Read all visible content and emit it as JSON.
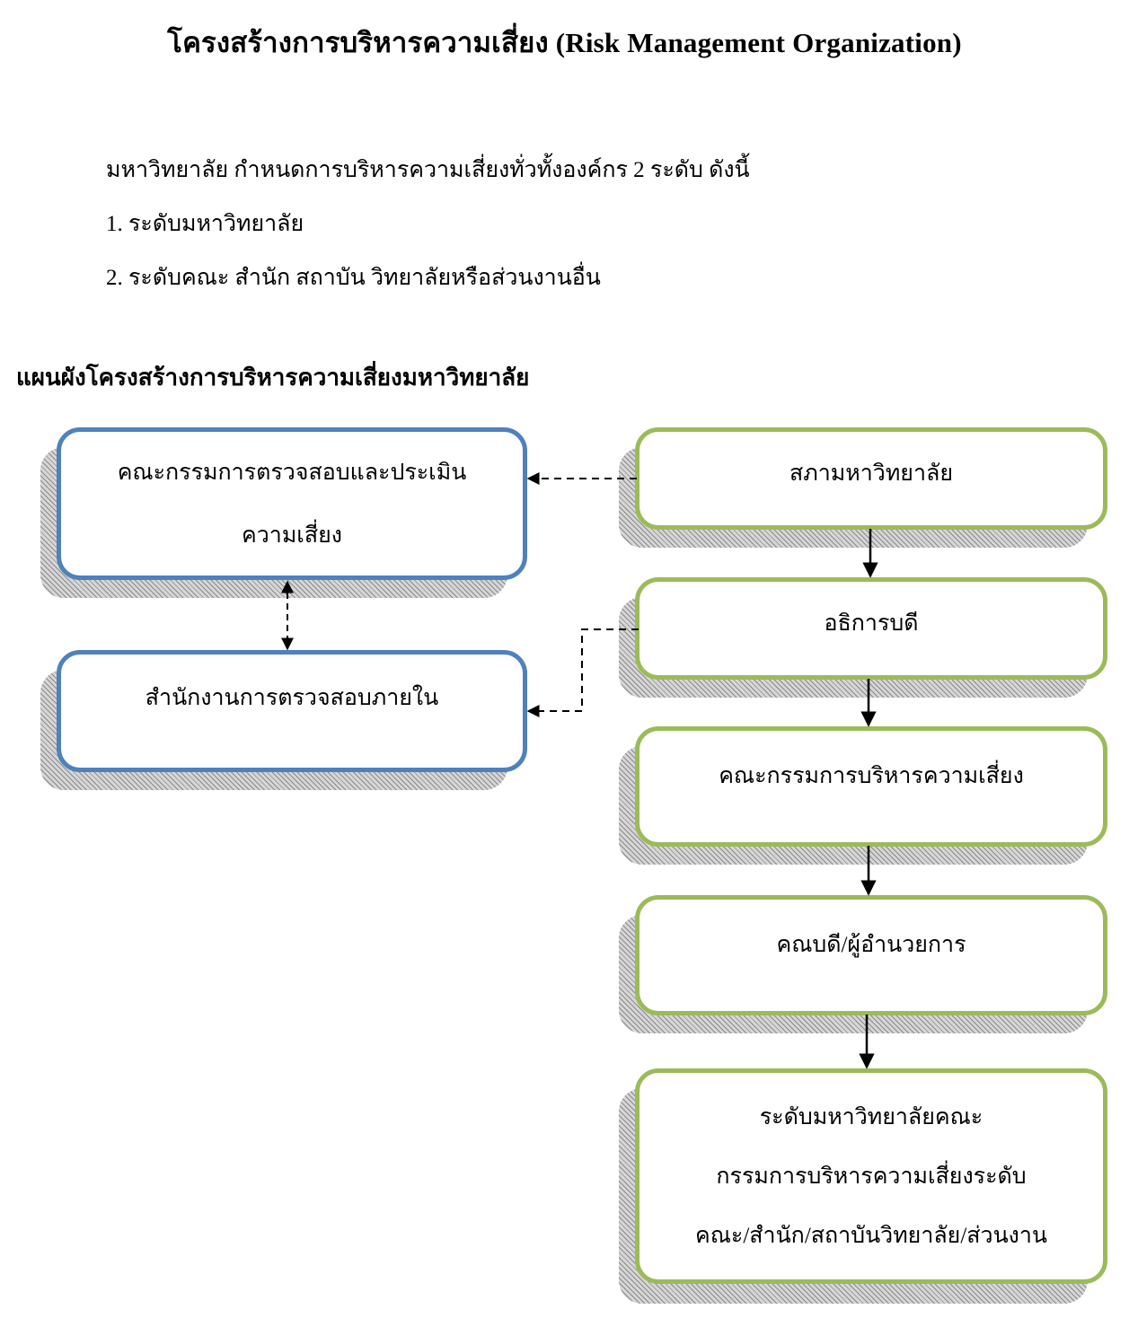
{
  "title": "โครงสร้างการบริหารความเสี่ยง (Risk Management Organization)",
  "intro": {
    "lead": "มหาวิทยาลัย กำหนดการบริหารความเสี่ยงทั่วทั้งองค์กร 2 ระดับ ดังนี้",
    "items": [
      "1. ระดับมหาวิทยาลัย",
      "2. ระดับคณะ สำนัก สถาบัน วิทยาลัยหรือส่วนงานอื่น"
    ]
  },
  "section_heading": "แผนผังโครงสร้างการบริหารความเสี่ยงมหาวิทยาลัย",
  "diagram": {
    "left_boxes": [
      {
        "lines": [
          "คณะกรรมการตรวจสอบและประเมิน",
          "ความเสี่ยง"
        ]
      },
      {
        "lines": [
          "สำนักงานการตรวจสอบภายใน"
        ]
      }
    ],
    "right_boxes": [
      {
        "lines": [
          "สภามหาวิทยาลัย"
        ]
      },
      {
        "lines": [
          "อธิการบดี"
        ]
      },
      {
        "lines": [
          "คณะกรรมการบริหารความเสี่ยง"
        ]
      },
      {
        "lines": [
          "คณบดี/ผู้อำนวยการ"
        ]
      },
      {
        "lines": [
          "ระดับมหาวิทยาลัยคณะ",
          "กรรมการบริหารความเสี่ยงระดับ",
          "คณะ/สำนัก/สถาบันวิทยาลัย/ส่วนงาน"
        ]
      }
    ],
    "colors": {
      "left_border": "#4f81bd",
      "right_border": "#9bbb59",
      "shadow": "#8a8a8a"
    },
    "connectors": [
      {
        "from": "สภามหาวิทยาลัย",
        "to": "คณะกรรมการตรวจสอบและประเมิน ความเสี่ยง",
        "style": "dashed"
      },
      {
        "from": "อธิการบดี",
        "to": "สำนักงานการตรวจสอบภายใน",
        "style": "dashed"
      },
      {
        "from": "คณะกรรมการตรวจสอบและประเมิน ความเสี่ยง",
        "to": "สำนักงานการตรวจสอบภายใน",
        "style": "dashed, bidirectional"
      },
      {
        "from": "สภามหาวิทยาลัย",
        "to": "อธิการบดี",
        "style": "solid"
      },
      {
        "from": "อธิการบดี",
        "to": "คณะกรรมการบริหารความเสี่ยง",
        "style": "solid"
      },
      {
        "from": "คณะกรรมการบริหารความเสี่ยง",
        "to": "คณบดี/ผู้อำนวยการ",
        "style": "solid"
      },
      {
        "from": "คณบดี/ผู้อำนวยการ",
        "to": "ระดับมหาวิทยาลัยคณะ กรรมการบริหารความเสี่ยงระดับ คณะ/สำนัก/สถาบันวิทยาลัย/ส่วนงาน",
        "style": "solid"
      }
    ]
  }
}
